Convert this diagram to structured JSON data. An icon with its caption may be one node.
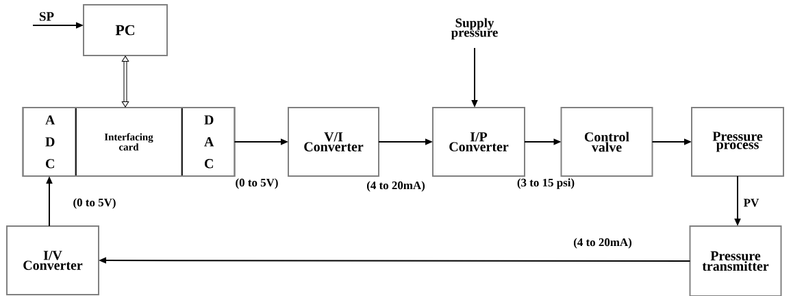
{
  "diagram": {
    "nodes": [
      {
        "text": [
          "SP"
        ]
      },
      {
        "text": [
          "PC"
        ]
      },
      {
        "text": [],
        "shape": "box"
      },
      {
        "text": [
          "A D C"
        ],
        "in": 2
      },
      {
        "text": [
          "Interfacing card"
        ],
        "in": 2
      },
      {
        "text": [
          "D A C"
        ],
        "in": 2
      },
      {
        "text": [
          "V/I Converter"
        ]
      },
      {
        "text": [
          "Supply pressure"
        ]
      },
      {
        "text": [
          "I/P Converter"
        ]
      },
      {
        "text": [
          "Control valve"
        ]
      },
      {
        "text": [
          "Pressure process"
        ]
      },
      {
        "text": [
          "Pressure transmitter"
        ]
      },
      {
        "text": [
          "I/V Converter"
        ]
      }
    ],
    "edges": [
      {
        "from": 0,
        "to": 1,
        "arrow": "to"
      },
      {
        "from": 1,
        "to": 4,
        "arrow": "both",
        "style": "thick"
      },
      {
        "from": 5,
        "to": 6,
        "arrow": "to",
        "label": "(0 to 5V)"
      },
      {
        "from": 6,
        "to": 8,
        "arrow": "to",
        "label": "(4 to 20mA)"
      },
      {
        "from": 7,
        "to": 8,
        "arrow": "to"
      },
      {
        "from": 8,
        "to": 9,
        "arrow": "to",
        "label": "(3 to 15 psi)"
      },
      {
        "from": 9,
        "to": 10,
        "arrow": "to"
      },
      {
        "from": 10,
        "to": 11,
        "arrow": "to",
        "label": "PV"
      },
      {
        "from": 11,
        "to": 12,
        "arrow": "to",
        "label": "(4 to 20mA)"
      },
      {
        "from": 12,
        "to": 3,
        "arrow": "to"
      }
    ],
    "labels": [
      "(0 to 5V)"
    ]
  }
}
